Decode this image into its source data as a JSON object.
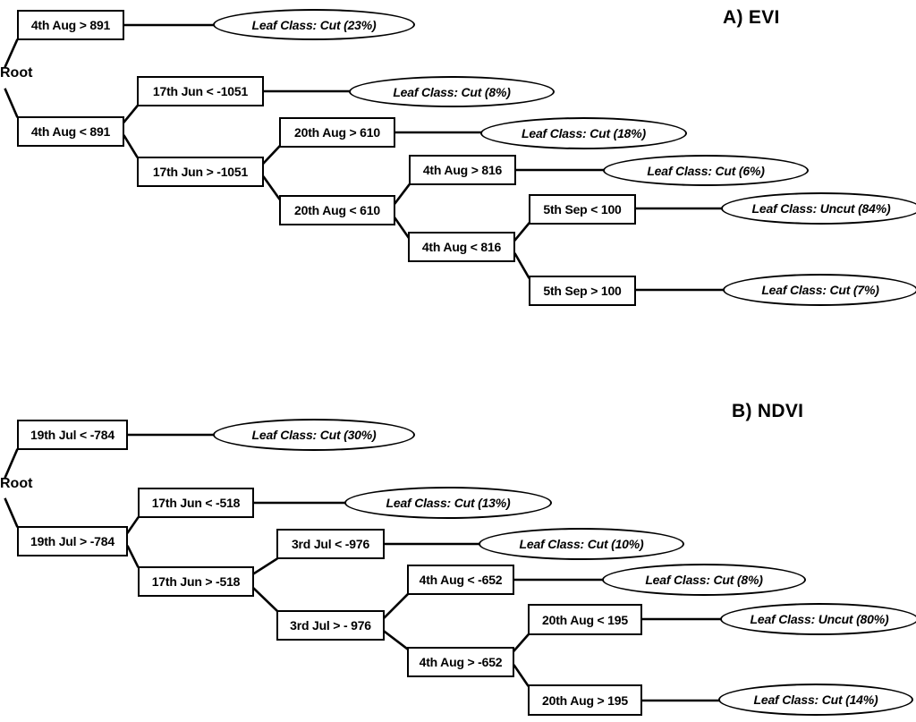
{
  "figure": {
    "kind": "decision-tree-diagram",
    "panels": [
      {
        "id": "panel-a",
        "title": "A) EVI",
        "root_label": "Root",
        "nodes": [
          {
            "name": "a-n1",
            "label": "4th Aug > 891",
            "type": "decision"
          },
          {
            "name": "a-n2",
            "label": "4th Aug < 891",
            "type": "decision"
          },
          {
            "name": "a-n3",
            "label": "17th Jun < -1051",
            "type": "decision"
          },
          {
            "name": "a-n4",
            "label": "17th Jun > -1051",
            "type": "decision"
          },
          {
            "name": "a-n5",
            "label": "20th Aug > 610",
            "type": "decision"
          },
          {
            "name": "a-n6",
            "label": "20th Aug < 610",
            "type": "decision"
          },
          {
            "name": "a-n7",
            "label": "4th Aug > 816",
            "type": "decision"
          },
          {
            "name": "a-n8",
            "label": "4th Aug < 816",
            "type": "decision"
          },
          {
            "name": "a-n9",
            "label": "5th Sep < 100",
            "type": "decision"
          },
          {
            "name": "a-n10",
            "label": "5th Sep > 100",
            "type": "decision"
          }
        ],
        "leaves": [
          {
            "name": "a-l1",
            "label": "Leaf Class: Cut (23%)",
            "class": "Cut",
            "percent": 23
          },
          {
            "name": "a-l2",
            "label": "Leaf Class: Cut (8%)",
            "class": "Cut",
            "percent": 8
          },
          {
            "name": "a-l3",
            "label": "Leaf Class: Cut (18%)",
            "class": "Cut",
            "percent": 18
          },
          {
            "name": "a-l4",
            "label": "Leaf Class: Cut (6%)",
            "class": "Cut",
            "percent": 6
          },
          {
            "name": "a-l5",
            "label": "Leaf Class: Uncut (84%)",
            "class": "Uncut",
            "percent": 84
          },
          {
            "name": "a-l6",
            "label": "Leaf Class: Cut (7%)",
            "class": "Cut",
            "percent": 7
          }
        ]
      },
      {
        "id": "panel-b",
        "title": "B) NDVI",
        "root_label": "Root",
        "nodes": [
          {
            "name": "b-n1",
            "label": "19th Jul < -784",
            "type": "decision"
          },
          {
            "name": "b-n2",
            "label": "19th Jul > -784",
            "type": "decision"
          },
          {
            "name": "b-n3",
            "label": "17th Jun < -518",
            "type": "decision"
          },
          {
            "name": "b-n4",
            "label": "17th Jun > -518",
            "type": "decision"
          },
          {
            "name": "b-n5",
            "label": "3rd Jul < -976",
            "type": "decision"
          },
          {
            "name": "b-n6",
            "label": "3rd Jul > - 976",
            "type": "decision"
          },
          {
            "name": "b-n7",
            "label": "4th Aug < -652",
            "type": "decision"
          },
          {
            "name": "b-n8",
            "label": "4th Aug > -652",
            "type": "decision"
          },
          {
            "name": "b-n9",
            "label": "20th Aug < 195",
            "type": "decision"
          },
          {
            "name": "b-n10",
            "label": "20th Aug > 195",
            "type": "decision"
          }
        ],
        "leaves": [
          {
            "name": "b-l1",
            "label": "Leaf Class: Cut (30%)",
            "class": "Cut",
            "percent": 30
          },
          {
            "name": "b-l2",
            "label": "Leaf Class: Cut (13%)",
            "class": "Cut",
            "percent": 13
          },
          {
            "name": "b-l3",
            "label": "Leaf Class: Cut (10%)",
            "class": "Cut",
            "percent": 10
          },
          {
            "name": "b-l4",
            "label": "Leaf Class: Cut (8%)",
            "class": "Cut",
            "percent": 8
          },
          {
            "name": "b-l5",
            "label": "Leaf Class: Uncut (80%)",
            "class": "Uncut",
            "percent": 80
          },
          {
            "name": "b-l6",
            "label": "Leaf Class: Cut (14%)",
            "class": "Cut",
            "percent": 14
          }
        ]
      }
    ],
    "colors": {
      "stroke": "#000000",
      "fill": "#ffffff",
      "text": "#000000"
    }
  }
}
